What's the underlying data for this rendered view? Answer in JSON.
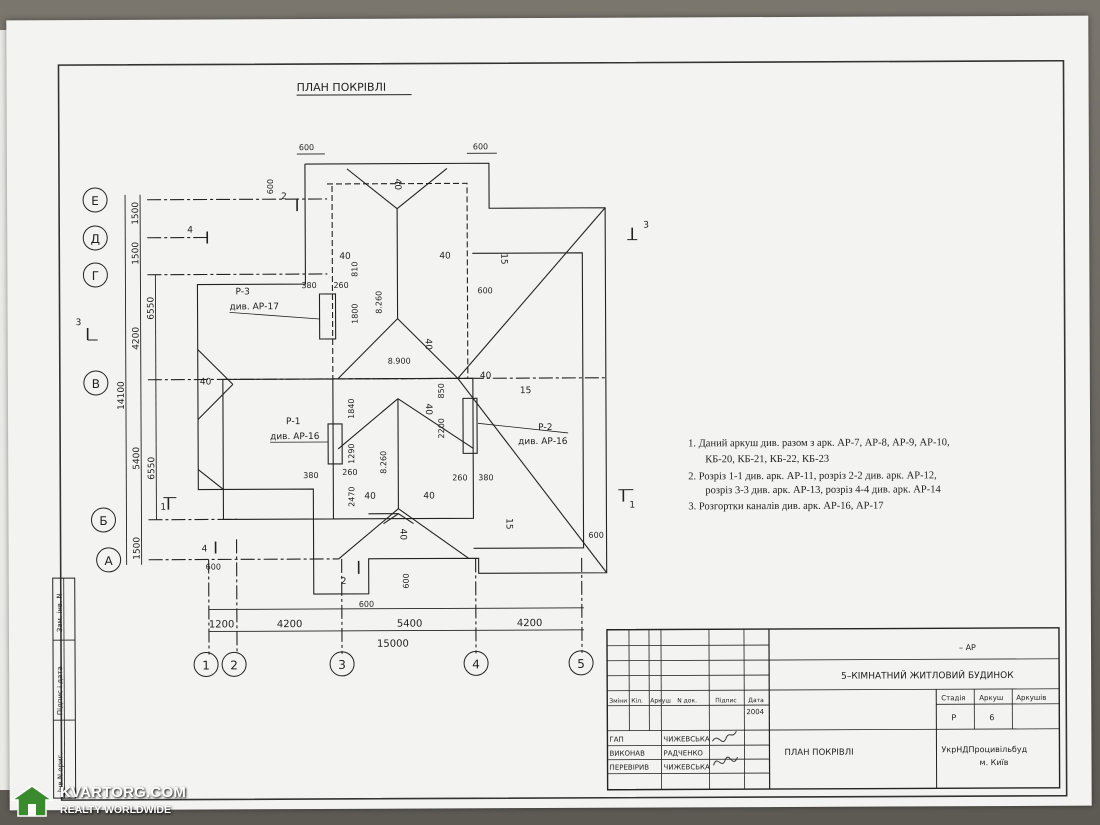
{
  "drawing": {
    "title": "ПЛАН ПОКРІВЛІ",
    "axes_rows": [
      "Е",
      "Д",
      "Г",
      "В",
      "Б",
      "А"
    ],
    "axes_cols": [
      "1",
      "2",
      "3",
      "4",
      "5"
    ],
    "dims_left": [
      "1500",
      "1500",
      "6550",
      "4200",
      "14100",
      "5400",
      "6550",
      "1500"
    ],
    "dims_bottom": [
      "1200",
      "4200",
      "5400",
      "4200"
    ],
    "dim_total": "15000",
    "dims_misc": [
      "600",
      "600",
      "600",
      "600",
      "600",
      "600",
      "600",
      "600"
    ],
    "slopes": [
      "40",
      "40",
      "40",
      "40",
      "40",
      "40",
      "40",
      "40",
      "40",
      "40",
      "15",
      "15",
      "15"
    ],
    "inner_dims": [
      "380",
      "260",
      "810",
      "1800",
      "8.260",
      "8.900",
      "1840",
      "1290",
      "2470",
      "8.260",
      "380",
      "260",
      "850",
      "2200",
      "260",
      "380"
    ],
    "section_marks": [
      "3",
      "3",
      "1",
      "1",
      "2",
      "2",
      "4",
      "4"
    ],
    "items": [
      {
        "name": "Р-3",
        "ref": "див. АР-17"
      },
      {
        "name": "Р-1",
        "ref": "див. АР-16"
      },
      {
        "name": "Р-2",
        "ref": "див. АР-16"
      }
    ]
  },
  "notes": [
    "1. Даний аркуш див. разом з арк. АР-7, АР-8, АР-9, АР-10,",
    "КБ-20, КБ-21, КБ-22, КБ-23",
    "2. Розріз 1-1 див.  арк. АР-11, розріз 2-2 див. арк. АР-12,",
    "розріз 3-3 див. арк. АР-13, розріз 4-4 див. арк. АР-14",
    "3. Розгортки каналів див. арк. АР-16, АР-17"
  ],
  "stamp": {
    "code": "–  АР",
    "project": "5–КІМНАТНИЙ ЖИТЛОВИЙ БУДИНОК",
    "hdr_cols": [
      "Зміни",
      "Кіл.",
      "Аркуш",
      "N док.",
      "Підпис",
      "Дата"
    ],
    "year": "2004",
    "roles": [
      {
        "role": "ГАП",
        "name": "ЧИЖЕВСЬКА"
      },
      {
        "role": "ВИКОНАВ",
        "name": "РАДЧЕНКО"
      },
      {
        "role": "ПЕРЕВІРИВ",
        "name": "ЧИЖЕВСЬКА"
      }
    ],
    "sheet_title": "ПЛАН ПОКРІВЛІ",
    "stage_label": "Стадія",
    "sheet_label": "Аркуш",
    "sheets_label": "Аркушів",
    "stage": "Р",
    "sheet": "6",
    "org": "УкрНДПроцивільбуд",
    "city": "м. Київ"
  },
  "side_stamp": [
    "Зам. інв. N",
    "Підпис і дата",
    "Інв.N ориг."
  ],
  "watermark": {
    "brand": "KVARTORG.COM",
    "tagline": "REALTY WORLDWIDE"
  }
}
